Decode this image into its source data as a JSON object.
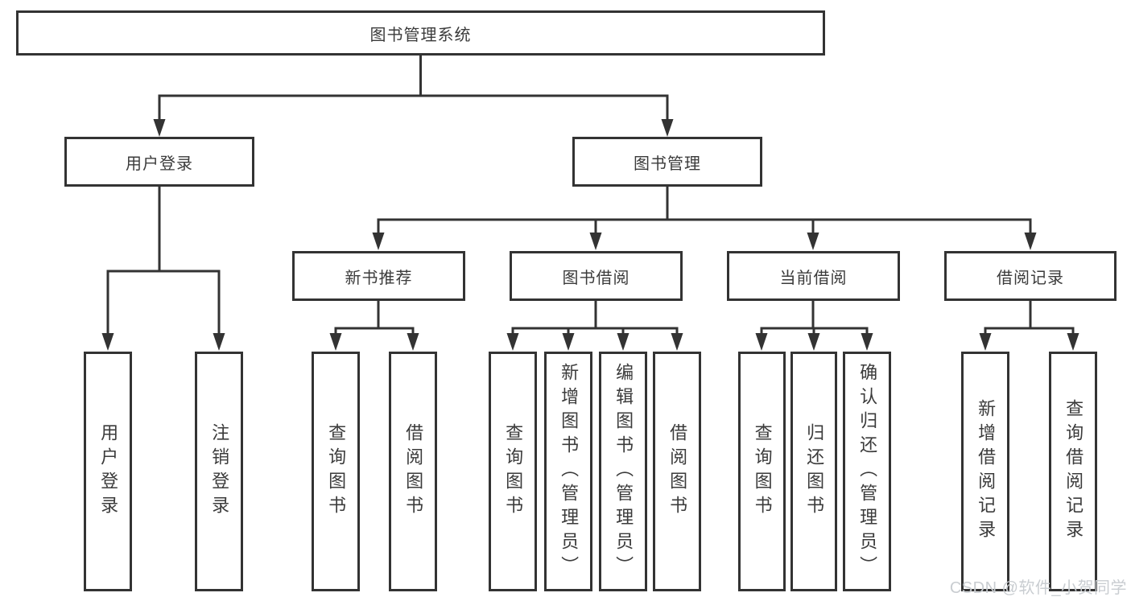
{
  "tree": {
    "root": {
      "label": "图书管理系统"
    },
    "branches": [
      {
        "label": "用户登录",
        "leaves": [
          {
            "label": "用户登录"
          },
          {
            "label": "注销登录"
          }
        ]
      },
      {
        "label": "图书管理",
        "groups": [
          {
            "label": "新书推荐",
            "leaves": [
              {
                "label": "查询图书"
              },
              {
                "label": "借阅图书"
              }
            ]
          },
          {
            "label": "图书借阅",
            "leaves": [
              {
                "label": "查询图书"
              },
              {
                "label": "新增图书（管理员）"
              },
              {
                "label": "编辑图书（管理员）"
              },
              {
                "label": "借阅图书"
              }
            ]
          },
          {
            "label": "当前借阅",
            "leaves": [
              {
                "label": "查询图书"
              },
              {
                "label": "归还图书"
              },
              {
                "label": "确认归还（管理员）"
              }
            ]
          },
          {
            "label": "借阅记录",
            "leaves": [
              {
                "label": "新增借阅记录"
              },
              {
                "label": "查询借阅记录"
              }
            ]
          }
        ]
      }
    ]
  },
  "watermark": {
    "text": "CSDN @软件_小贺同学"
  },
  "colors": {
    "line": "#333333",
    "box_border": "#333333",
    "text": "#3b3b3b",
    "watermark": "#c9cdd1",
    "background": "#ffffff"
  }
}
